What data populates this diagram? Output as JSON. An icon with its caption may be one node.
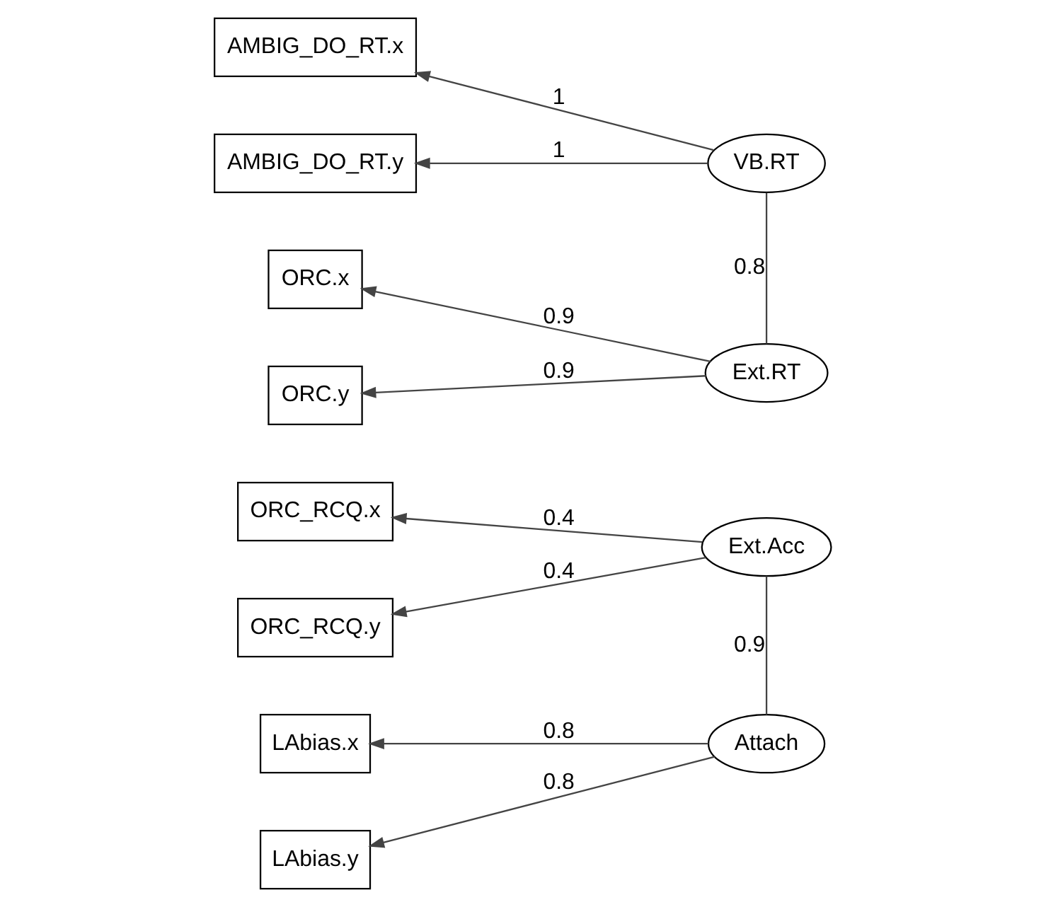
{
  "diagram": {
    "nodes": [
      {
        "text": [
          "AMBIG_DO_RT.x"
        ]
      },
      {
        "text": [
          "AMBIG_DO_RT.y"
        ]
      },
      {
        "text": [
          "VB.RT"
        ]
      },
      {
        "text": [
          "ORC.x"
        ]
      },
      {
        "text": [
          "ORC.y"
        ]
      },
      {
        "text": [
          "Ext.RT"
        ]
      },
      {
        "text": [
          "ORC_RCQ.x"
        ]
      },
      {
        "text": [
          "ORC_RCQ.y"
        ]
      },
      {
        "text": [
          "Ext.Acc"
        ]
      },
      {
        "text": [
          "LAbias.x"
        ]
      },
      {
        "text": [
          "LAbias.y"
        ]
      },
      {
        "text": [
          "Attach"
        ]
      }
    ],
    "edges": [
      {
        "from": 2,
        "to": 0,
        "arrow": "to",
        "label": "1"
      },
      {
        "from": 2,
        "to": 1,
        "arrow": "to",
        "label": "1"
      },
      {
        "from": 5,
        "to": 3,
        "arrow": "to",
        "label": "0.9"
      },
      {
        "from": 5,
        "to": 4,
        "arrow": "to",
        "label": "0.9"
      },
      {
        "from": 8,
        "to": 6,
        "arrow": "to",
        "label": "0.4"
      },
      {
        "from": 8,
        "to": 7,
        "arrow": "to",
        "label": "0.4"
      },
      {
        "from": 11,
        "to": 9,
        "arrow": "to",
        "label": "0.8"
      },
      {
        "from": 11,
        "to": 10,
        "arrow": "to",
        "label": "0.8"
      },
      {
        "from": 2,
        "to": 5,
        "arrow": "none",
        "label": "0.8"
      },
      {
        "from": 8,
        "to": 11,
        "arrow": "none",
        "label": "0.9"
      }
    ]
  }
}
